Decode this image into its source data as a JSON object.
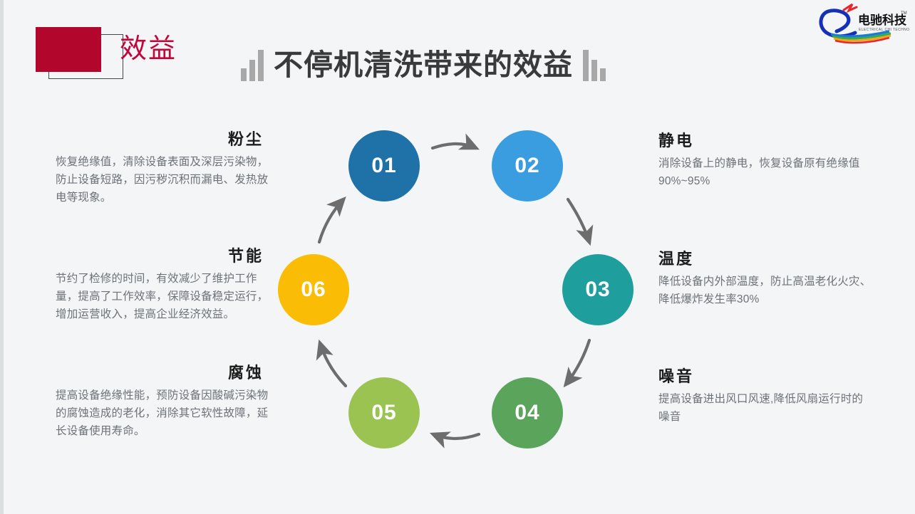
{
  "header": {
    "badge_label": "效益",
    "badge_color": "#b3062c",
    "badge_text_color": "#c2063a",
    "title": "不停机清洗带来的效益",
    "title_color": "#3a3a3a",
    "bars_icon_left": "bar-chart-ascending-icon",
    "bars_icon_right": "bar-chart-descending-icon"
  },
  "logo": {
    "name_cn": "电驰科技",
    "name_en": "ELECTRICAL CHI TECHNOLOGY",
    "trademark": "TM"
  },
  "cycle": {
    "nodes": [
      {
        "number": "01",
        "color": "#1e72a8"
      },
      {
        "number": "02",
        "color": "#3a9ddf"
      },
      {
        "number": "03",
        "color": "#1f9e9e"
      },
      {
        "number": "04",
        "color": "#5ba45b"
      },
      {
        "number": "05",
        "color": "#9ac352"
      },
      {
        "number": "06",
        "color": "#fbbc05"
      }
    ],
    "arrow_color": "#6d6d6d"
  },
  "blocks": {
    "dust": {
      "title": "粉尘",
      "body": "恢复绝缘值，清除设备表面及深层污染物，防止设备短路，因污秽沉积而漏电、发热放电等现象。"
    },
    "energy": {
      "title": "节能",
      "body": "节约了检修的时间，有效减少了维护工作量，提高了工作效率，保障设备稳定运行，增加运营收入，提高企业经济效益。"
    },
    "corrosion": {
      "title": "腐蚀",
      "body": "提高设备绝缘性能，预防设备因酸碱污染物的腐蚀造成的老化，消除其它软性故障，延长设备使用寿命。"
    },
    "static": {
      "title": "静电",
      "body": "消除设备上的静电，恢复设备原有绝缘值90%~95%"
    },
    "temperature": {
      "title": "温度",
      "body": "降低设备内外部温度，防止高温老化火灾、降低爆炸发生率30%"
    },
    "noise": {
      "title": "噪音",
      "body": "提高设备进出风口风速,降低风扇运行时的噪音"
    }
  }
}
